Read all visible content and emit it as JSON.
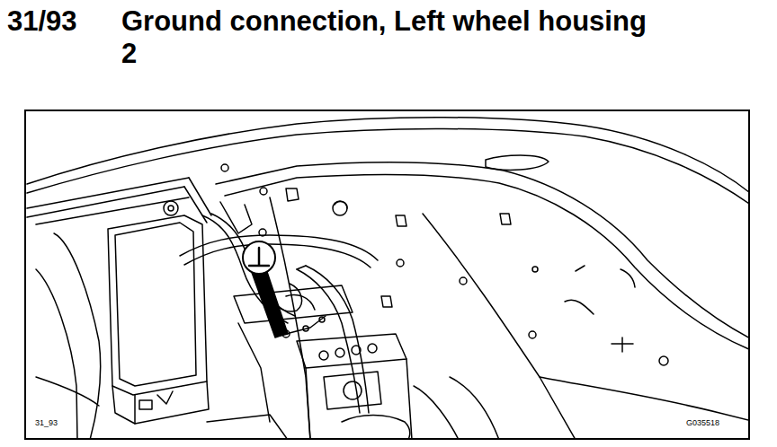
{
  "diagram": {
    "title": "Ground connection, Left wheel housing 2",
    "labels": [
      "31/93",
      "31_93",
      "G035518"
    ]
  }
}
